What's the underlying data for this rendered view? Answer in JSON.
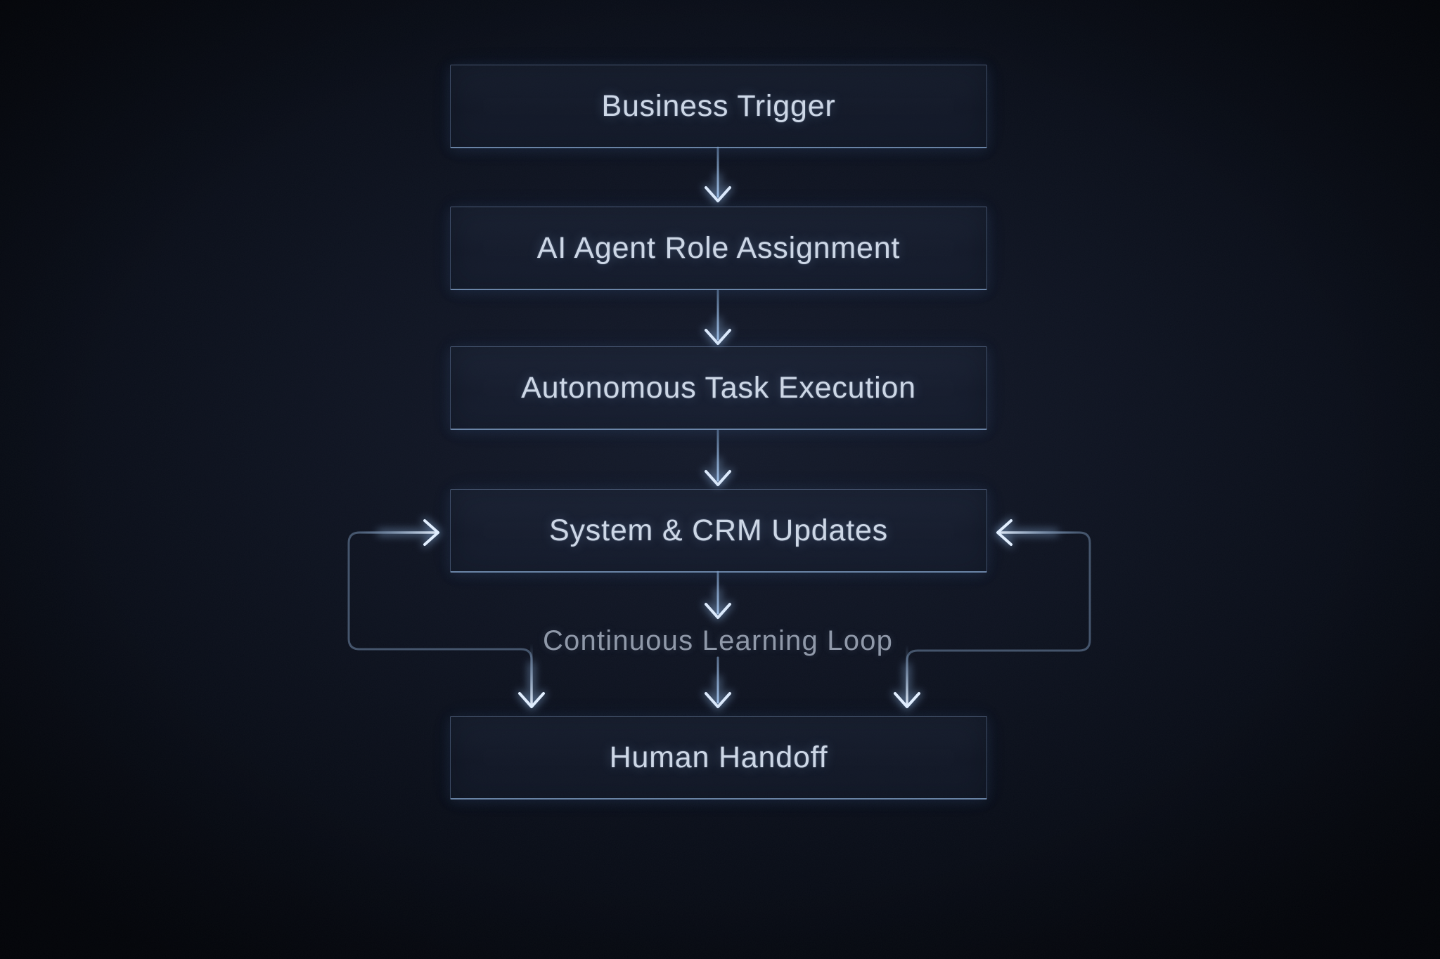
{
  "diagram": {
    "type": "flowchart",
    "nodes": [
      {
        "id": "business-trigger",
        "label": "Business Trigger"
      },
      {
        "id": "ai-agent-role-assignment",
        "label": "AI Agent Role Assignment"
      },
      {
        "id": "autonomous-task-execution",
        "label": "Autonomous Task Execution"
      },
      {
        "id": "system-crm-updates",
        "label": "System & CRM Updates"
      },
      {
        "id": "human-handoff",
        "label": "Human Handoff"
      }
    ],
    "annotations": {
      "loop_label": "Continuous Learning Loop"
    },
    "connectors": [
      {
        "from": "business-trigger",
        "to": "ai-agent-role-assignment",
        "style": "arrow-down"
      },
      {
        "from": "ai-agent-role-assignment",
        "to": "autonomous-task-execution",
        "style": "arrow-down"
      },
      {
        "from": "autonomous-task-execution",
        "to": "system-crm-updates",
        "style": "arrow-down"
      },
      {
        "from": "system-crm-updates",
        "to": "human-handoff",
        "style": "arrow-down-through-loop-label"
      },
      {
        "from": "learning-loop-left",
        "to": "system-crm-updates",
        "style": "arrow-right-into-left-side"
      },
      {
        "from": "learning-loop-left",
        "to": "human-handoff",
        "style": "arrow-down"
      },
      {
        "from": "learning-loop-right",
        "to": "system-crm-updates",
        "style": "arrow-left-into-right-side"
      },
      {
        "from": "learning-loop-right",
        "to": "human-handoff",
        "style": "arrow-down"
      }
    ],
    "colors": {
      "background": "#0b0f19",
      "box_fill": "#1a2236",
      "box_border": "#6e86ac",
      "box_bottom_highlight": "#8caed8",
      "box_text": "#cdd7e6",
      "loop_label_text": "#9099a9",
      "arrow_line": "#8fb2dd",
      "arrow_head": "#ddeafc",
      "loop_line_dim": "#45556c"
    }
  }
}
